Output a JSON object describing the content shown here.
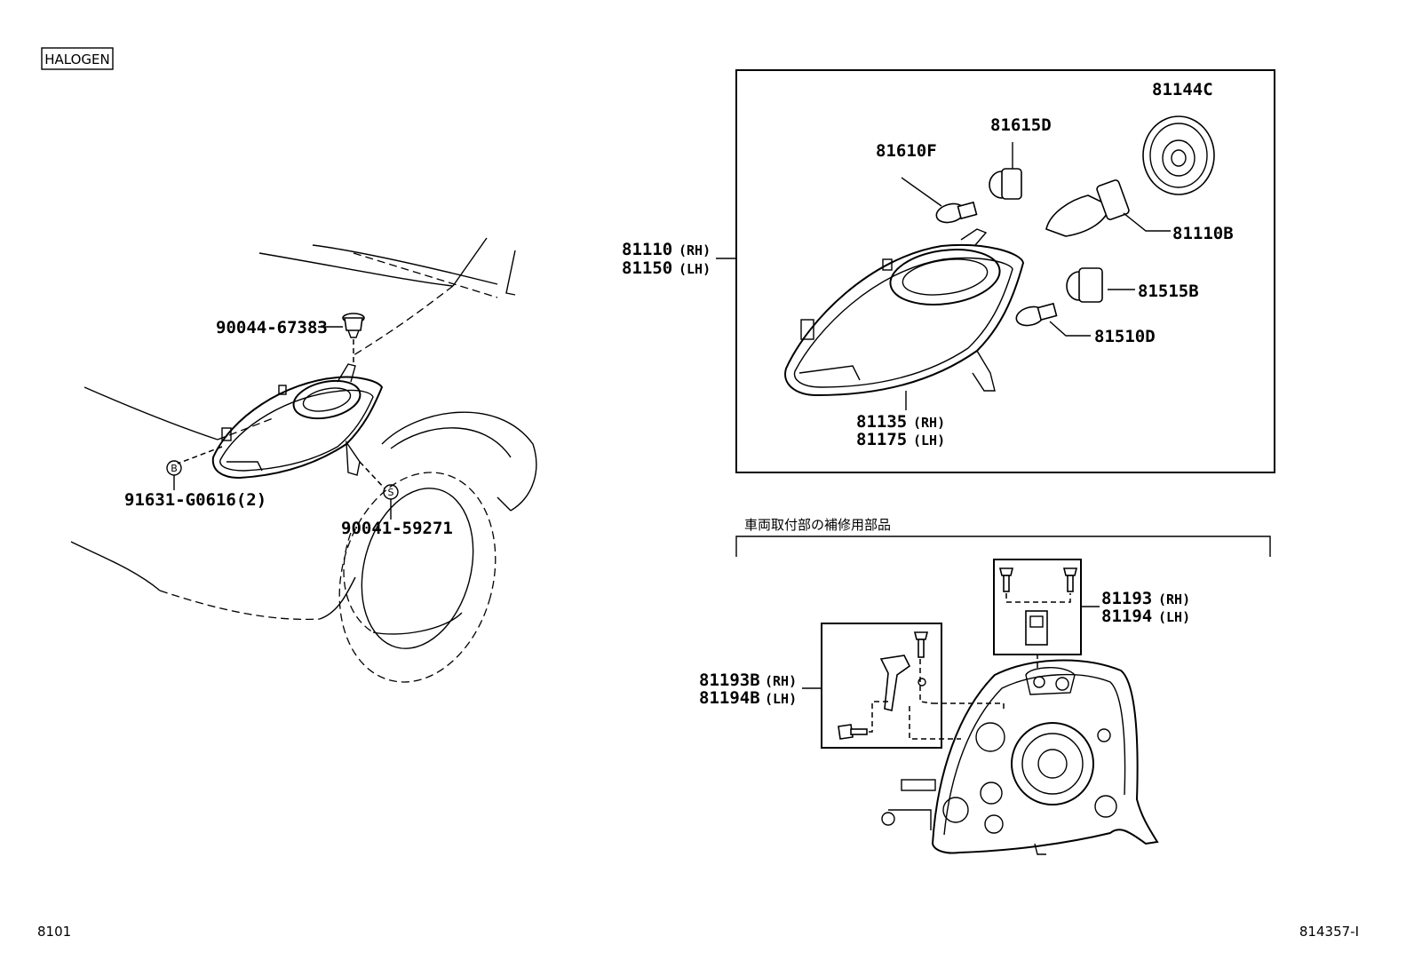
{
  "variant_tag": "HALOGEN",
  "page_code_left": "8101",
  "page_code_right": "814357-I",
  "section_heading": "車両取付部の補修用部品",
  "parts": {
    "clip_top": "90044-67383",
    "bolt_b": "91631-G0616(2)",
    "bolt_s": "90041-59271",
    "unit_rh": "81110",
    "unit_rh_side": "(RH)",
    "unit_lh": "81150",
    "unit_lh_side": "(LH)",
    "socket_cover": "81144C",
    "socket_d": "81615D",
    "bulb_f": "81610F",
    "bulb_b": "81110B",
    "socket_b": "81515B",
    "bulb_d": "81510D",
    "lens_rh": "81135",
    "lens_rh_side": "(RH)",
    "lens_lh": "81175",
    "lens_lh_side": "(LH)",
    "repair_top_rh": "81193",
    "repair_top_rh_side": "(RH)",
    "repair_top_lh": "81194",
    "repair_top_lh_side": "(LH)",
    "repair_side_rh": "81193B",
    "repair_side_rh_side": "(RH)",
    "repair_side_lh": "81194B",
    "repair_side_lh_side": "(LH)"
  },
  "markers": {
    "b": "B",
    "s": "S"
  }
}
